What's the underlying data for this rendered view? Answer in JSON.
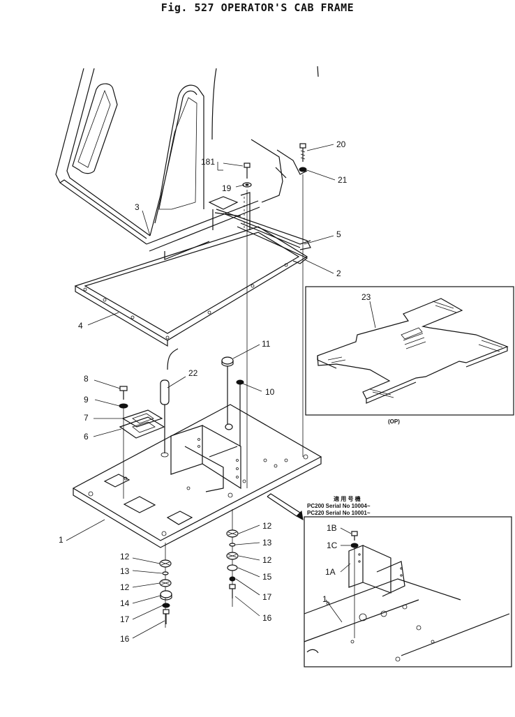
{
  "figure": {
    "title": "Fig. 527   OPERATOR'S CAB FRAME"
  },
  "callouts": {
    "c20": "20",
    "c181": "181",
    "c19": "19",
    "c21": "21",
    "c3": "3",
    "c5": "5",
    "c2": "2",
    "c4": "4",
    "c23": "23",
    "c11": "11",
    "c22": "22",
    "c8": "8",
    "c10": "10",
    "c9": "9",
    "c7": "7",
    "c6": "6",
    "c1": "1",
    "c12a": "12",
    "c13a": "13",
    "c12b": "12",
    "c15": "15",
    "c17a": "17",
    "c16a": "16",
    "c12c": "12",
    "c13b": "13",
    "c12d": "12",
    "c14": "14",
    "c17b": "17",
    "c16b": "16",
    "c1b": "1B",
    "c1c": "1C",
    "c1a": "1A",
    "c1d": "1"
  },
  "insets": {
    "optional_label": "(OP)",
    "serial_header": "適 用 号 機",
    "serial_line1": "PC200 Serial No 10004~",
    "serial_line2": "PC220 Serial No 10001~"
  }
}
